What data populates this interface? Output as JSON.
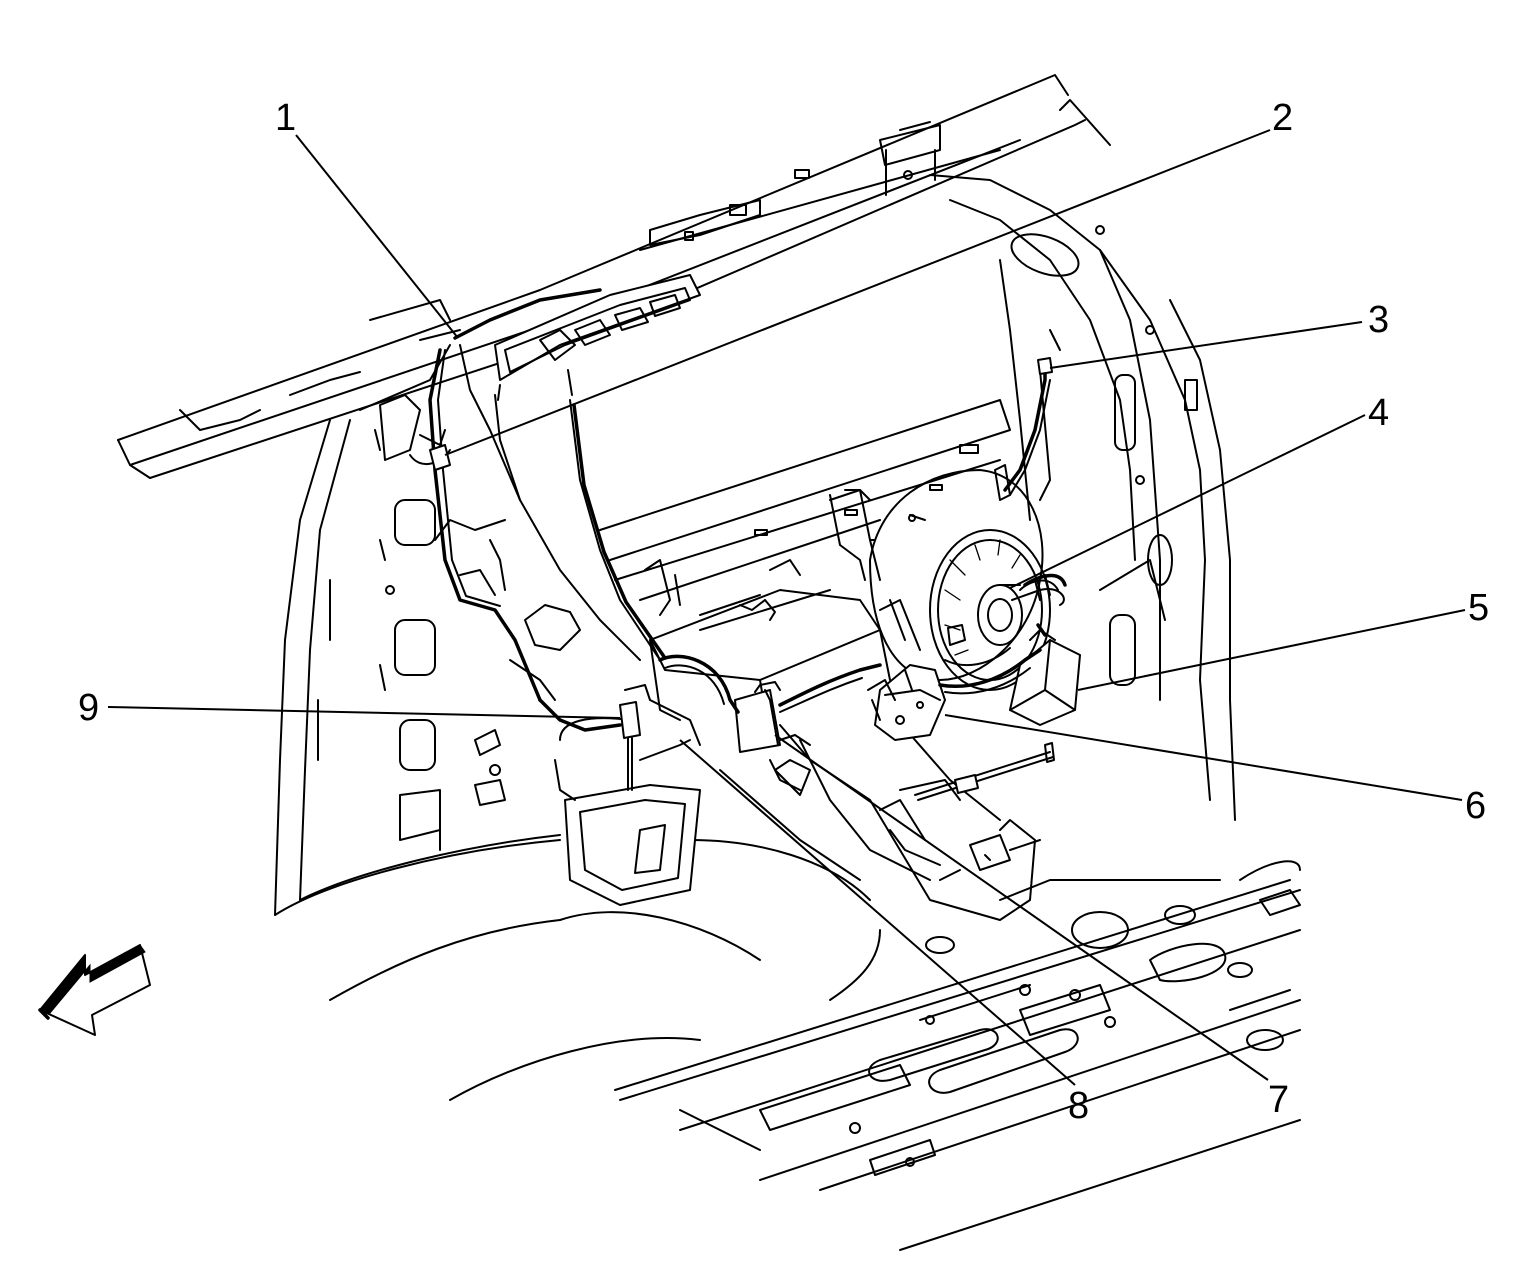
{
  "callouts": [
    {
      "id": 1,
      "label": "1"
    },
    {
      "id": 2,
      "label": "2"
    },
    {
      "id": 3,
      "label": "3"
    },
    {
      "id": 4,
      "label": "4"
    },
    {
      "id": 5,
      "label": "5"
    },
    {
      "id": 6,
      "label": "6"
    },
    {
      "id": 7,
      "label": "7"
    },
    {
      "id": 8,
      "label": "8"
    },
    {
      "id": 9,
      "label": "9"
    }
  ],
  "icons": {
    "direction_arrow": "front-arrow-icon"
  }
}
